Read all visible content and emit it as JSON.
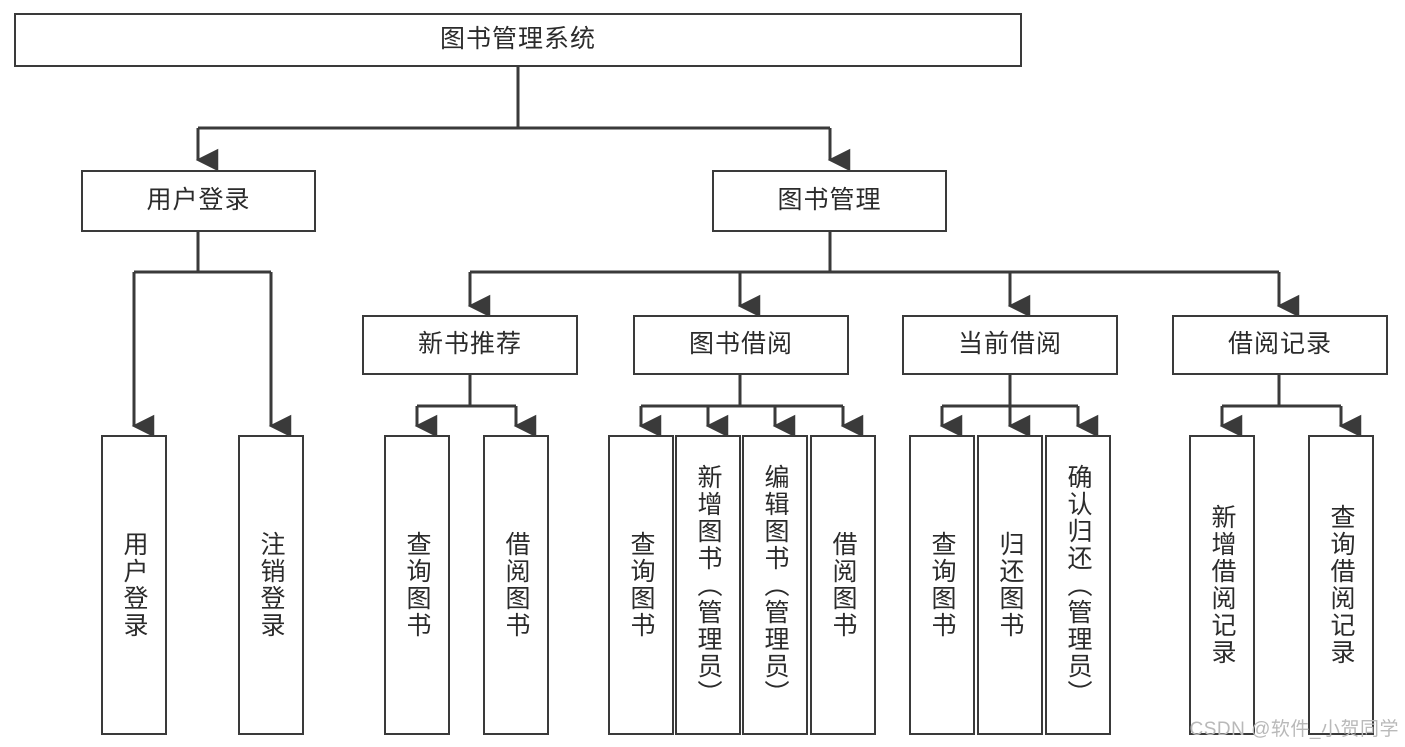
{
  "diagram": {
    "type": "tree-hierarchy",
    "title": "图书管理系统",
    "root": {
      "label": "图书管理系统"
    },
    "level2": [
      {
        "id": "user-login",
        "label": "用户登录"
      },
      {
        "id": "book-management",
        "label": "图书管理"
      }
    ],
    "level3": [
      {
        "id": "new-book-recommend",
        "label": "新书推荐",
        "parent": "book-management"
      },
      {
        "id": "book-borrow",
        "label": "图书借阅",
        "parent": "book-management"
      },
      {
        "id": "current-borrow",
        "label": "当前借阅",
        "parent": "book-management"
      },
      {
        "id": "borrow-record",
        "label": "借阅记录",
        "parent": "book-management"
      }
    ],
    "leaves": [
      {
        "id": "leaf-user-login",
        "label": "用户登录",
        "parent": "user-login"
      },
      {
        "id": "leaf-logout-login",
        "label": "注销登录",
        "parent": "user-login"
      },
      {
        "id": "leaf-query-book-1",
        "label": "查询图书",
        "parent": "new-book-recommend"
      },
      {
        "id": "leaf-borrow-book-1",
        "label": "借阅图书",
        "parent": "new-book-recommend"
      },
      {
        "id": "leaf-query-book-2",
        "label": "查询图书",
        "parent": "book-borrow"
      },
      {
        "id": "leaf-add-book",
        "label": "新增图书（管理员）",
        "parent": "book-borrow"
      },
      {
        "id": "leaf-edit-book",
        "label": "编辑图书（管理员）",
        "parent": "book-borrow"
      },
      {
        "id": "leaf-borrow-book-2",
        "label": "借阅图书",
        "parent": "book-borrow"
      },
      {
        "id": "leaf-query-book-3",
        "label": "查询图书",
        "parent": "current-borrow"
      },
      {
        "id": "leaf-return-book",
        "label": "归还图书",
        "parent": "current-borrow"
      },
      {
        "id": "leaf-confirm-return",
        "label": "确认归还（管理员）",
        "parent": "current-borrow"
      },
      {
        "id": "leaf-add-record",
        "label": "新增借阅记录",
        "parent": "borrow-record"
      },
      {
        "id": "leaf-query-record",
        "label": "查询借阅记录",
        "parent": "borrow-record"
      }
    ],
    "colors": {
      "stroke": "#3a3a3a",
      "text": "#2b2b2b",
      "background": "#ffffff",
      "watermark": "#b9b9b9"
    }
  },
  "watermark": {
    "text": "CSDN @软件_小贺同学"
  }
}
